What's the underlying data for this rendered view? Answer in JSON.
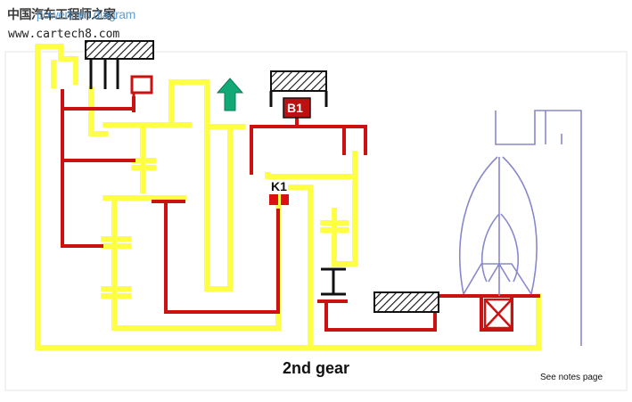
{
  "watermark": {
    "chinese": "中国汽车工程师之家",
    "overlap": "powertrain diagram",
    "url": "www.cartech8.com"
  },
  "labels": {
    "brake": "B1",
    "clutch": "K1",
    "title": "2nd gear",
    "notes": "See notes page"
  },
  "colors": {
    "yellow": "#ffff44",
    "red": "#cc1111",
    "darkred": "#aa1111",
    "black": "#111111",
    "arrow": "#11aa77",
    "converter": "#8888cc",
    "background": "#ffffff"
  }
}
